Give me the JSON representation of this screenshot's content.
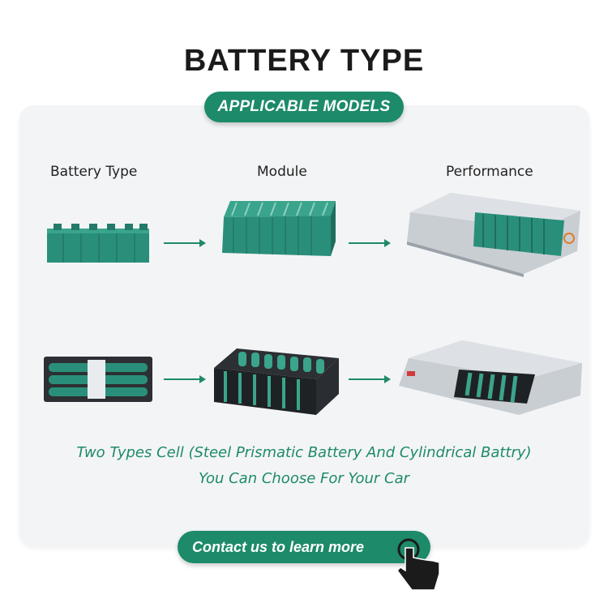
{
  "title": "BATTERY TYPE",
  "badge": "APPLICABLE MODELS",
  "columns": [
    "Battery Type",
    "Module",
    "Performance"
  ],
  "caption_line1": "Two Types Cell (Steel Prismatic Battery And Cylindrical Battry)",
  "caption_line2": "You Can Choose For Your Car",
  "cta_label": "Contact us to learn more",
  "colors": {
    "brand_green": "#1d8a6a",
    "cell_teal": "#2a8f7a",
    "card_bg": "#f3f4f6"
  },
  "icons": [
    "arrow-right-icon",
    "pointing-hand-icon"
  ]
}
